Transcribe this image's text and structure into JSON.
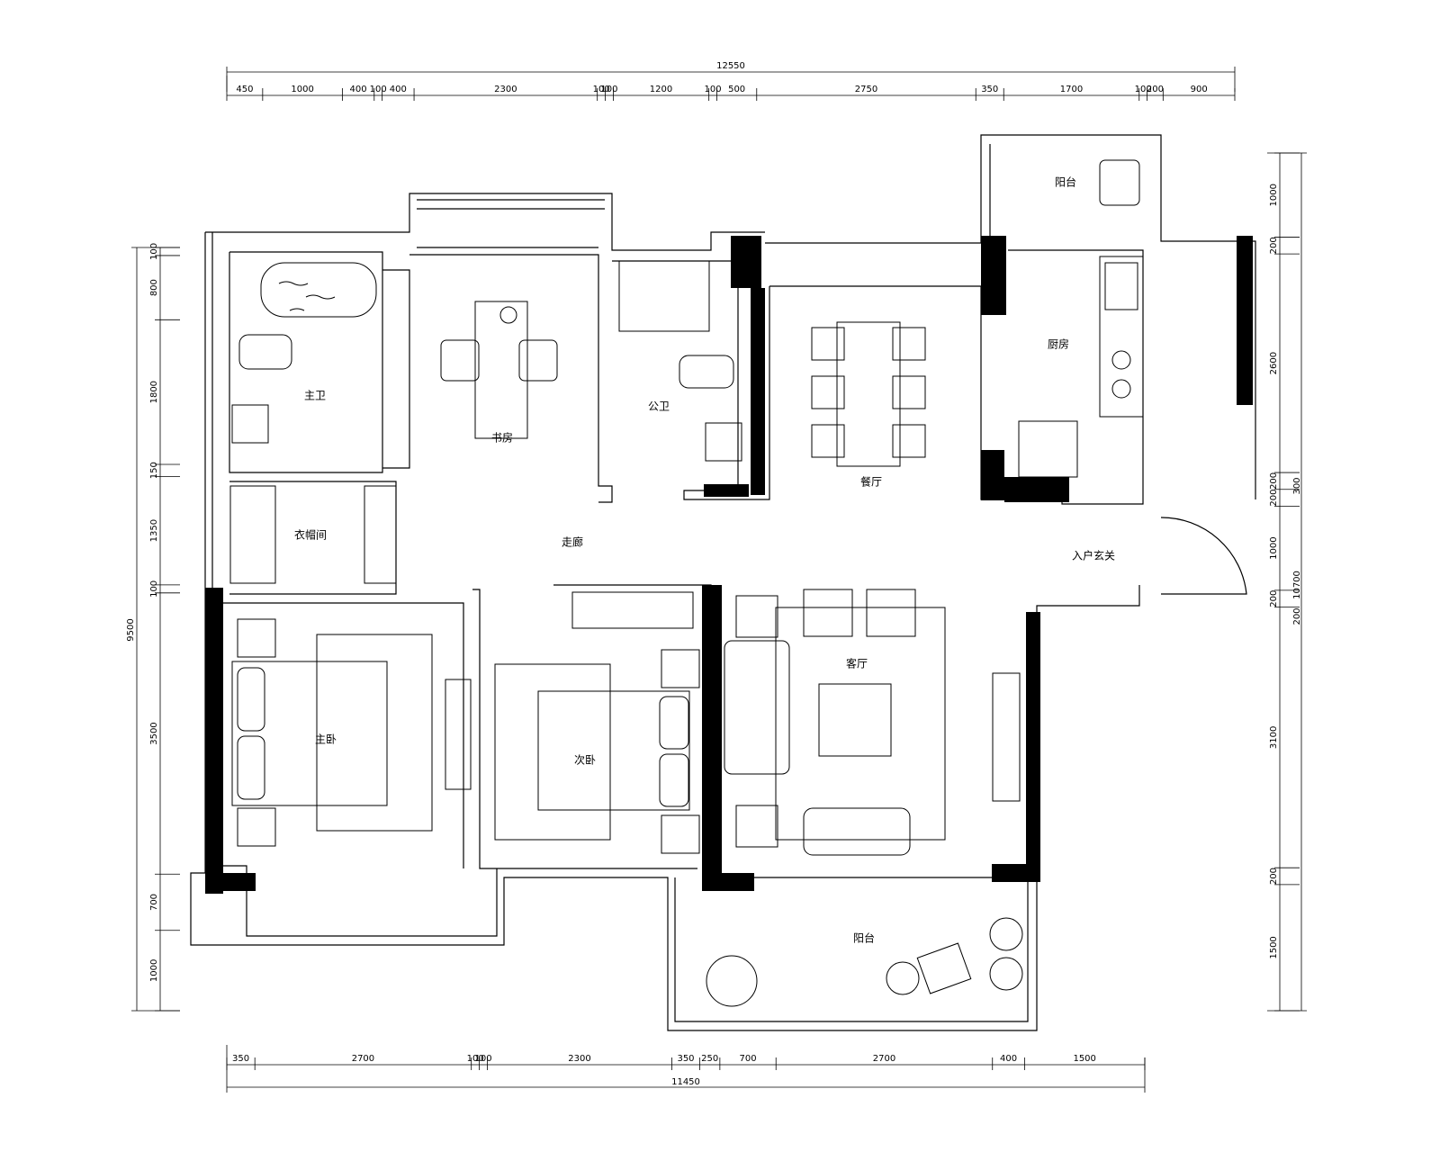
{
  "rooms": {
    "master_bath": "主卫",
    "study": "书房",
    "public_bath": "公卫",
    "dining": "餐厅",
    "balcony_top": "阳台",
    "kitchen": "厨房",
    "entrance": "入户玄关",
    "corridor": "走廊",
    "closet": "衣帽间",
    "master_bedroom": "主卧",
    "second_bedroom": "次卧",
    "living": "客厅",
    "balcony_bottom": "阳台"
  },
  "dimensions": {
    "top_total": "12550",
    "top": [
      "450",
      "1000",
      "400",
      "100",
      "400",
      "2300",
      "100",
      "100",
      "1200",
      "100",
      "500",
      "2750",
      "350",
      "1700",
      "100",
      "200",
      "900"
    ],
    "bottom_total": "11450",
    "bottom": [
      "350",
      "2700",
      "100",
      "100",
      "2300",
      "350",
      "250",
      "700",
      "2700",
      "400",
      "1500"
    ],
    "left_total": "9500",
    "left": [
      "100",
      "800",
      "1800",
      "150",
      "1350",
      "100",
      "3500",
      "700",
      "1000"
    ],
    "right_total": "10700",
    "right": [
      "1000",
      "200",
      "2600",
      "200",
      "200",
      "1000",
      "200",
      "3100",
      "200",
      "1500"
    ],
    "right_extra": [
      "300",
      "200"
    ]
  },
  "colors": {
    "line": "#000000",
    "wall_fill": "#000000",
    "background": "#ffffff"
  }
}
